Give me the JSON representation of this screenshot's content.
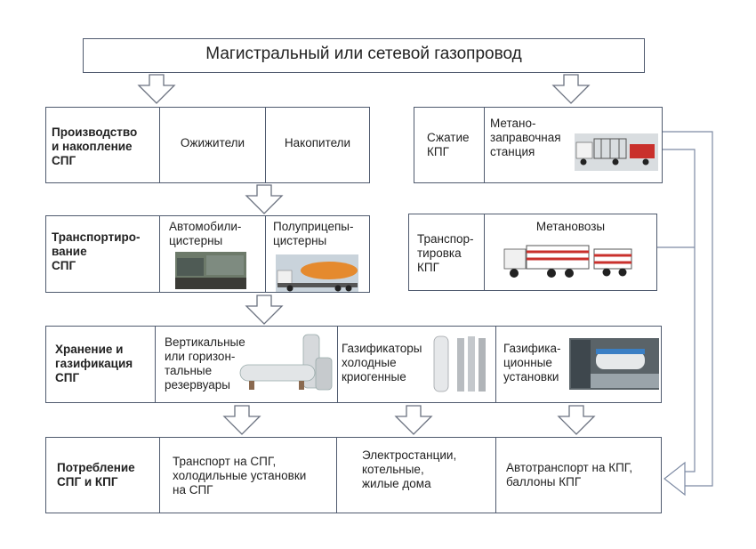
{
  "header": {
    "title": "Магистральный или сетевой газопровод"
  },
  "production": {
    "label": "Производство\nи накопление\nСПГ",
    "cells": [
      "Ожижители",
      "Накопители"
    ]
  },
  "transport_lng": {
    "label": "Транспортиро-\nвание\nСПГ",
    "cells": [
      "Автомобили-\nцистерны",
      "Полуприцепы-\nцистерны"
    ]
  },
  "storage": {
    "label": "Хранение и\nгазификация\nСПГ",
    "cells": [
      "Вертикальные\nили горизон-\nтальные\nрезервуары",
      "Газификаторы\nхолодные\nкриогенные",
      "Газифика-\nционные\nустановки"
    ]
  },
  "consumption": {
    "label": "Потребление\nСПГ и КПГ",
    "cells": [
      "Транспорт на СПГ,\nхолодильные установки\nна СПГ",
      "Электростанции,\nкотельные,\nжилые дома",
      "Автотранспорт на КПГ,\nбаллоны КПГ"
    ]
  },
  "cng_compression": {
    "label": "Сжатие\nКПГ",
    "cells": [
      "Метано-\nзаправочная\nстанция"
    ]
  },
  "cng_transport": {
    "label": "Транспор-\nтировка\nКПГ",
    "cells": [
      "Метановозы"
    ]
  },
  "colors": {
    "border": "#4f5a6e",
    "arrow": "#6b7280",
    "line": "#7d8aa3",
    "tank_orange": "#e58a2e"
  }
}
